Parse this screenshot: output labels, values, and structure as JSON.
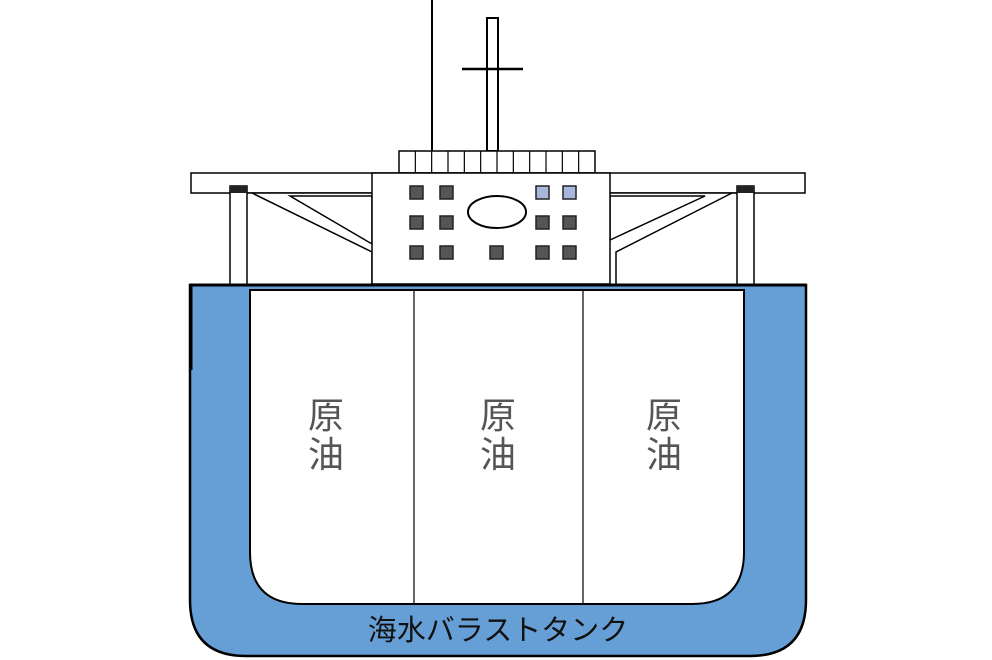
{
  "diagram": {
    "tanks": [
      {
        "label_line1": "原",
        "label_line2": "油"
      },
      {
        "label_line1": "原",
        "label_line2": "油"
      },
      {
        "label_line1": "原",
        "label_line2": "油"
      }
    ],
    "ballast_label": "海水バラストタンク",
    "colors": {
      "ballast_water": "#669fd5",
      "outline": "#000000",
      "window_dark": "#555555",
      "window_light": "#aab7dd",
      "background": "#ffffff"
    }
  }
}
